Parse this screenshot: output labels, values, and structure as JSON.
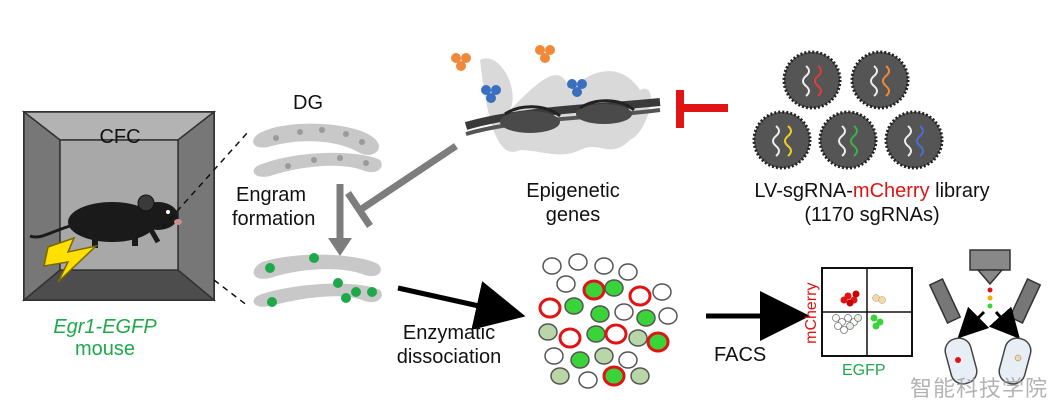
{
  "labels": {
    "cfc": "CFC",
    "mouse_gene": "Egr1-EGFP",
    "mouse": "mouse",
    "dg": "DG",
    "engram_formation": [
      "Engram",
      "formation"
    ],
    "epigenetic_genes": [
      "Epigenetic",
      "genes"
    ],
    "library_prefix": "LV-sgRNA-",
    "library_marker": "mCherry",
    "library_suffix": " library",
    "library_count": "(1170 sgRNAs)",
    "enzymatic_dissociation": [
      "Enzymatic",
      "dissociation"
    ],
    "facs": "FACS",
    "facs_y_axis": "mCherry",
    "facs_x_axis": "EGFP",
    "watermark": "智能科技学院"
  },
  "colors": {
    "egfp_green": "#1fa84a",
    "mcherry_red": "#e01414",
    "tissue_gray": "#bdbdbd",
    "virus_dark": "#555555"
  },
  "icons": [
    "mouse-icon",
    "lightning-icon",
    "virus-icon",
    "inhibition-icon",
    "arrow-icon",
    "chromatin-icon",
    "facs-sorter-icon"
  ]
}
